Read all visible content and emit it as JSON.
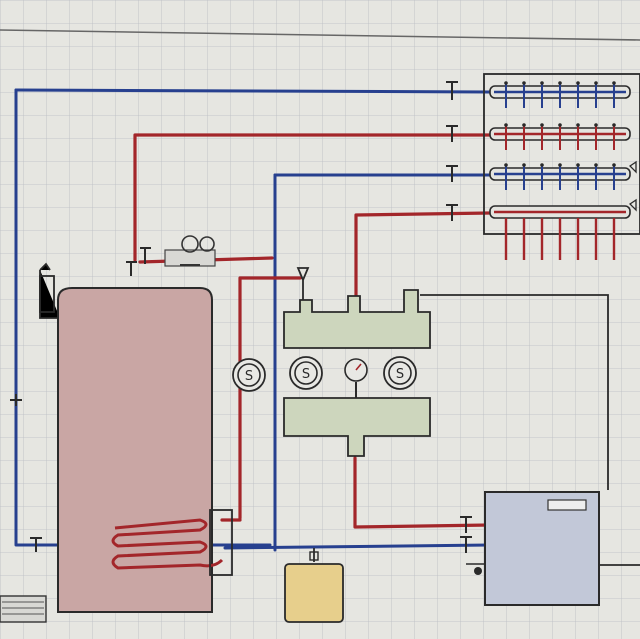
{
  "colors": {
    "paper": "#e6e6e1",
    "grid": "#b9bcc2",
    "supply": "#a3262a",
    "return": "#27408f",
    "outline": "#2a2a2a",
    "boiler_fill": "#c9a6a4",
    "valve_fill": "#cdd6bd",
    "tank_fill": "#e7cf8c",
    "unit_fill": "#c2c8d8"
  },
  "pump_symbol": "S",
  "pump_count": 3,
  "manifold_outlets": 7
}
